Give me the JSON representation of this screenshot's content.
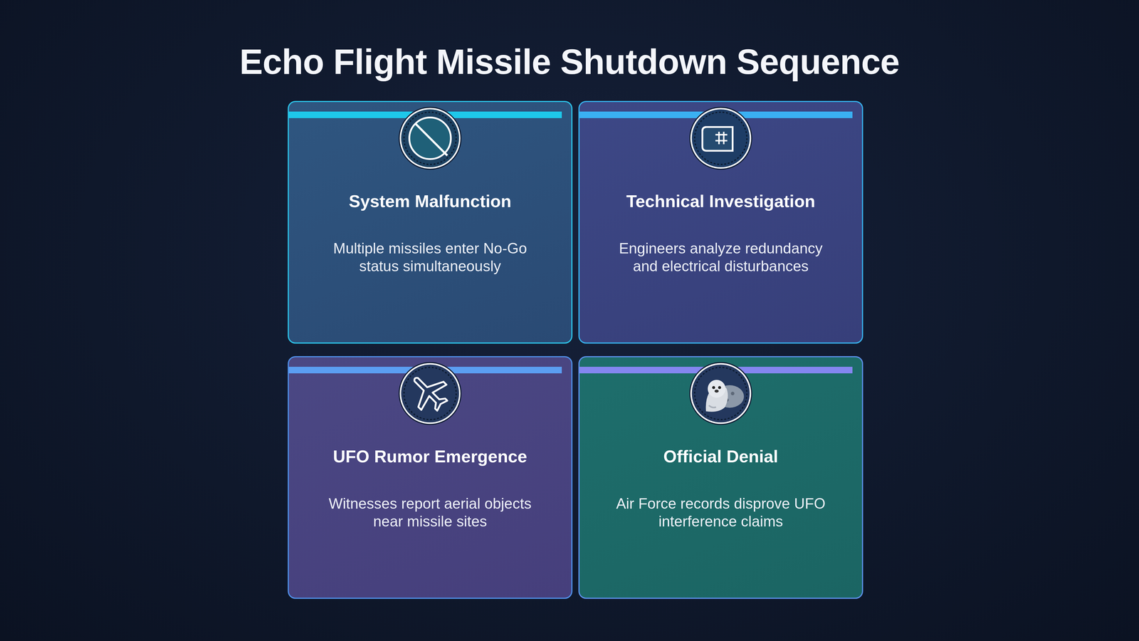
{
  "diagram": {
    "title": "Echo Flight Missile Shutdown Sequence",
    "nodes": [
      {
        "text": [
          "System Malfunction",
          "Multiple missiles enter No-Go status simultaneously"
        ]
      },
      {
        "text": [
          "Technical Investigation",
          "Engineers analyze redundancy and electrical disturbances"
        ]
      },
      {
        "text": [
          "UFO Rumor Emergence",
          "Witnesses report aerial objects near missile sites"
        ]
      },
      {
        "text": [
          "Official Denial",
          "Air Force records disprove UFO interference claims"
        ]
      }
    ]
  }
}
